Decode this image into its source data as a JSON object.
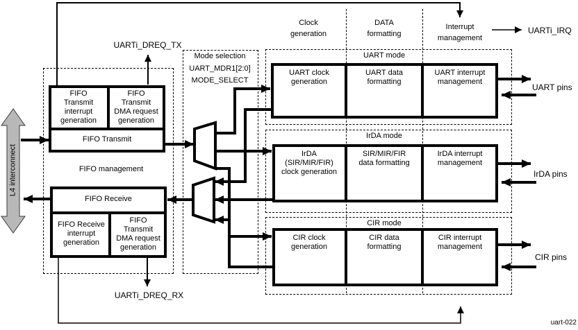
{
  "figure": {
    "id": "uart-022"
  },
  "signals": {
    "dreq_tx": "UARTi_DREQ_TX",
    "dreq_rx": "UARTi_DREQ_RX",
    "irq": "UARTi_IRQ"
  },
  "interconnect": {
    "label": "L4 interconnect"
  },
  "fifo": {
    "group_label": "FIFO management",
    "tx_interrupt": "FIFO\nTransmit\ninterrupt\ngeneration",
    "tx_dma": "FIFO\nTransmit\nDMA request\ngeneration",
    "tx_fifo": "FIFO Transmit",
    "rx_fifo": "FIFO Receive",
    "rx_interrupt": "FIFO Receive\ninterrupt\ngeneration",
    "rx_dma": "FIFO\nTransmit\nDMA request\ngeneration"
  },
  "mode_selection": {
    "title": "Mode selection",
    "register": "UART_MDR1[2:0]",
    "field": "MODE_SELECT"
  },
  "columns": {
    "clock": "Clock\ngeneration",
    "data": "DATA\nformatting",
    "interrupt": "Interrupt\nmanagement"
  },
  "modes": {
    "uart": {
      "title": "UART mode",
      "clock": "UART clock\ngeneration",
      "data": "UART data\nformatting",
      "interrupt": "UART interrupt\nmanagement",
      "pins": "UART pins"
    },
    "irda": {
      "title": "IrDA mode",
      "clock": "IrDA\n(SIR/MIR/FIR)\nclock generation",
      "data": "SIR/MIR/FIR\ndata formatting",
      "interrupt": "IrDA interrupt\nmanagement",
      "pins": "IrDA pins"
    },
    "cir": {
      "title": "CIR mode",
      "clock": "CIR clock\ngeneration",
      "data": "CIR data\nformatting",
      "interrupt": "CIR interrupt\nmanagement",
      "pins": "CIR pins"
    }
  },
  "colors": {
    "line": "#000000",
    "mux_fill": "#ffffff",
    "interconnect_fill": "#b8b8b8",
    "interconnect_stroke": "#3a3a3a"
  }
}
